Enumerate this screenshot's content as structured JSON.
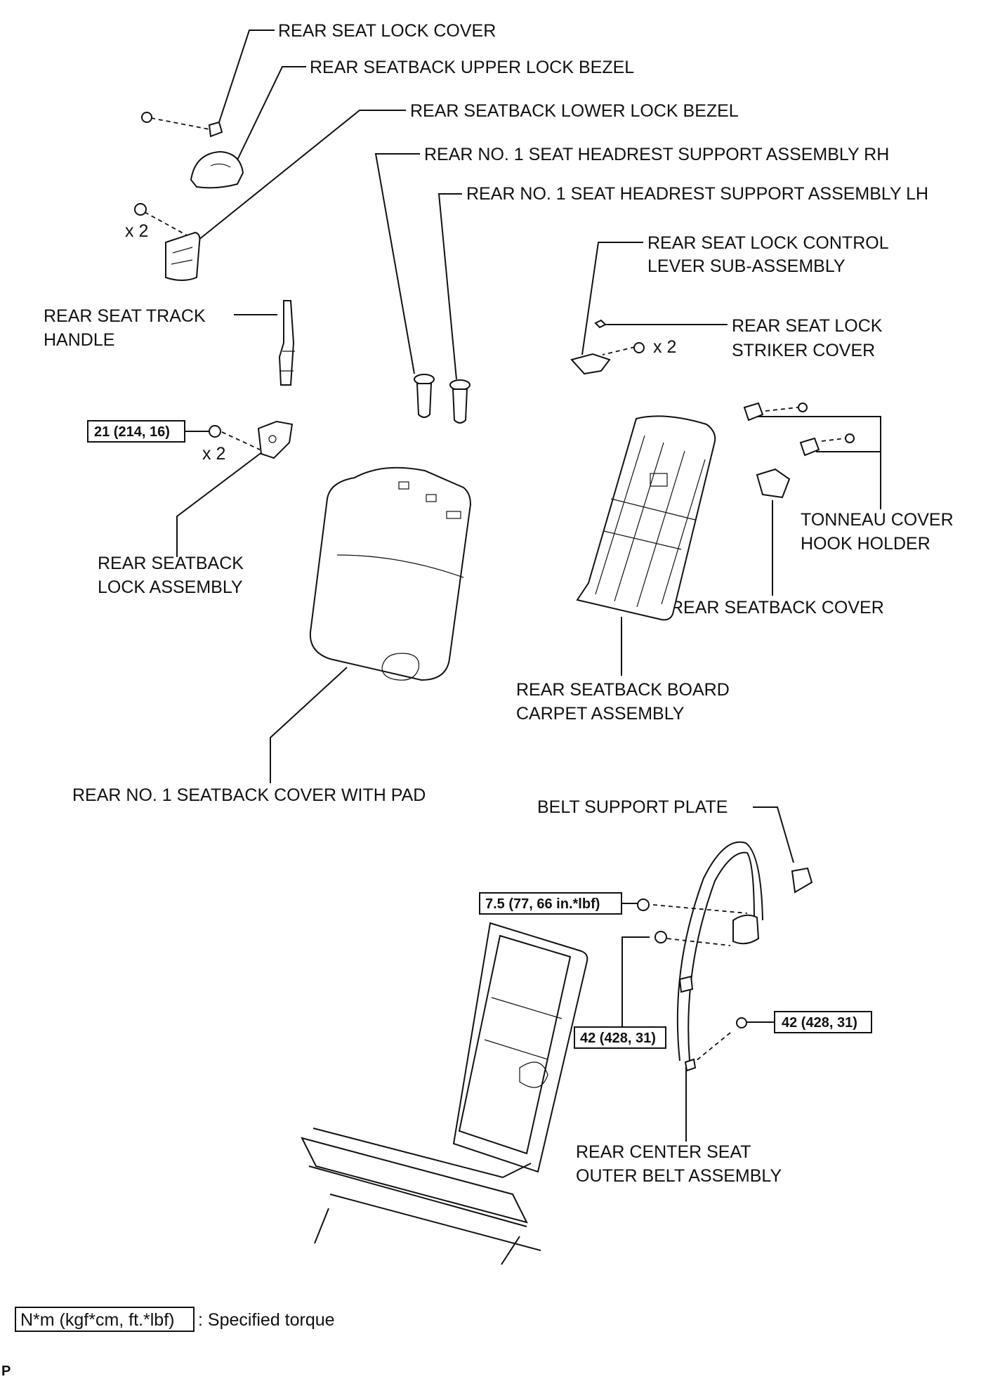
{
  "labels": {
    "rear_seat_lock_cover": "REAR SEAT LOCK COVER",
    "rear_seatback_upper_lock_bezel": "REAR SEATBACK UPPER LOCK BEZEL",
    "rear_seatback_lower_lock_bezel": "REAR SEATBACK LOWER LOCK BEZEL",
    "headrest_support_rh": "REAR NO. 1 SEAT HEADREST SUPPORT ASSEMBLY RH",
    "headrest_support_lh": "REAR NO. 1 SEAT HEADREST SUPPORT ASSEMBLY LH",
    "lock_control_lever_1": "REAR SEAT LOCK CONTROL",
    "lock_control_lever_2": "LEVER SUB-ASSEMBLY",
    "lock_striker_cover_1": "REAR SEAT LOCK",
    "lock_striker_cover_2": "STRIKER COVER",
    "track_handle_1": "REAR SEAT TRACK",
    "track_handle_2": "HANDLE",
    "seatback_lock_1": "REAR SEATBACK",
    "seatback_lock_2": "LOCK ASSEMBLY",
    "tonneau_1": "TONNEAU COVER",
    "tonneau_2": "HOOK HOLDER",
    "seatback_cover": "REAR SEATBACK COVER",
    "board_carpet_1": "REAR SEATBACK BOARD",
    "board_carpet_2": "CARPET ASSEMBLY",
    "seatback_cover_pad": "REAR NO. 1 SEATBACK COVER WITH PAD",
    "belt_support_plate": "BELT SUPPORT PLATE",
    "center_belt_1": "REAR CENTER SEAT",
    "center_belt_2": "OUTER BELT ASSEMBLY"
  },
  "quantities": {
    "lower_bezel_screws": "x 2",
    "lever_screws": "x 2",
    "lock_bolts": "x 2"
  },
  "torques": {
    "seatback_lock": "21 (214, 16)",
    "belt_upper": "7.5 (77, 66 in.*lbf)",
    "belt_nut": "42 (428, 31)",
    "belt_lower": "42 (428, 31)"
  },
  "legend": {
    "unit_box": "N*m (kgf*cm, ft.*lbf)",
    "description": ": Specified torque"
  },
  "corner_mark": "P"
}
